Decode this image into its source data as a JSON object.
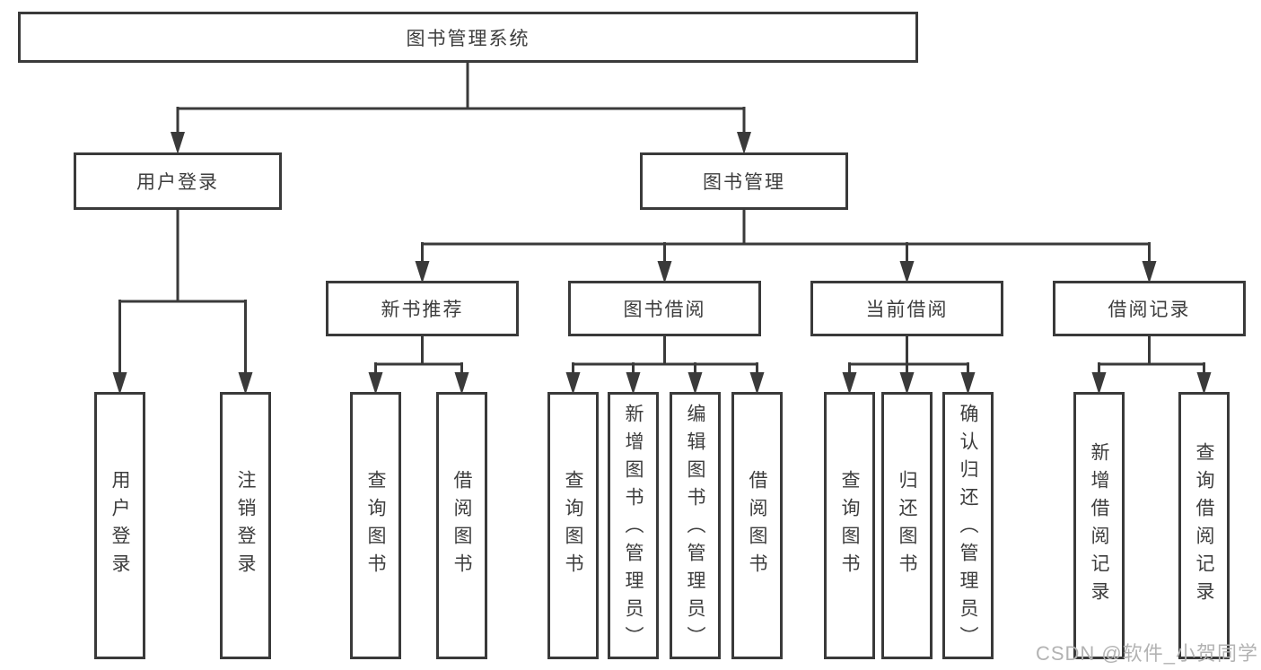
{
  "tree": {
    "root": {
      "label": "图书管理系统"
    },
    "user_login": {
      "label": "用户登录",
      "children": [
        {
          "label": "用户登录"
        },
        {
          "label": "注销登录"
        }
      ]
    },
    "book_mgmt": {
      "label": "图书管理",
      "sections": [
        {
          "label": "新书推荐",
          "children": [
            {
              "label": "查询图书"
            },
            {
              "label": "借阅图书"
            }
          ]
        },
        {
          "label": "图书借阅",
          "children": [
            {
              "label": "查询图书"
            },
            {
              "label": "新增图书（管理员）"
            },
            {
              "label": "编辑图书（管理员）"
            },
            {
              "label": "借阅图书"
            }
          ]
        },
        {
          "label": "当前借阅",
          "children": [
            {
              "label": "查询图书"
            },
            {
              "label": "归还图书"
            },
            {
              "label": "确认归还（管理员）"
            }
          ]
        },
        {
          "label": "借阅记录",
          "children": [
            {
              "label": "新增借阅记录"
            },
            {
              "label": "查询借阅记录"
            }
          ]
        }
      ]
    }
  },
  "watermark": {
    "text": "CSDN @软件_小贺同学"
  },
  "colors": {
    "line": "#3a3a3a",
    "text": "#3d3d3d",
    "watermark": "#b3b3b3",
    "background": "#ffffff"
  }
}
